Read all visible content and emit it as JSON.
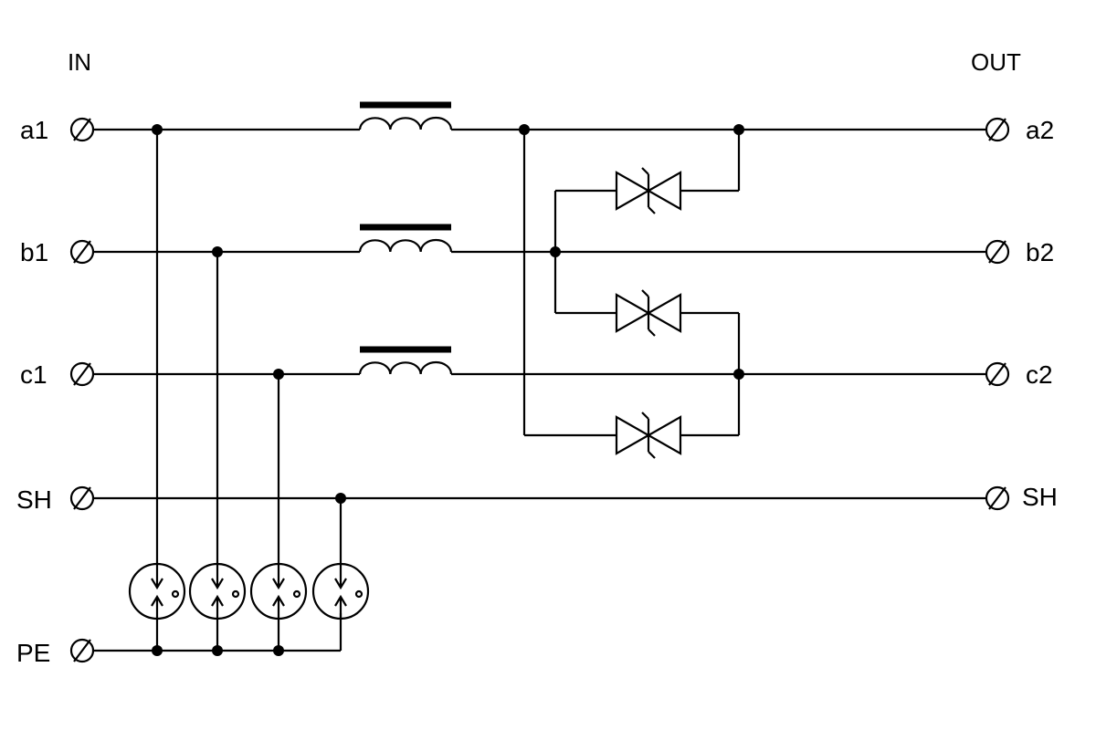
{
  "header": {
    "in_label": "IN",
    "out_label": "OUT"
  },
  "inputs": [
    {
      "label": "a1"
    },
    {
      "label": "b1"
    },
    {
      "label": "c1"
    },
    {
      "label": "SH"
    },
    {
      "label": "PE"
    }
  ],
  "outputs": [
    {
      "label": "a2"
    },
    {
      "label": "b2"
    },
    {
      "label": "c2"
    },
    {
      "label": "SH"
    }
  ],
  "icons": {
    "terminal": "terminal-icon",
    "inductor": "inductor-icon",
    "tvs": "tvs-diode-icon",
    "gas_arrester": "gas-discharge-tube-icon"
  }
}
